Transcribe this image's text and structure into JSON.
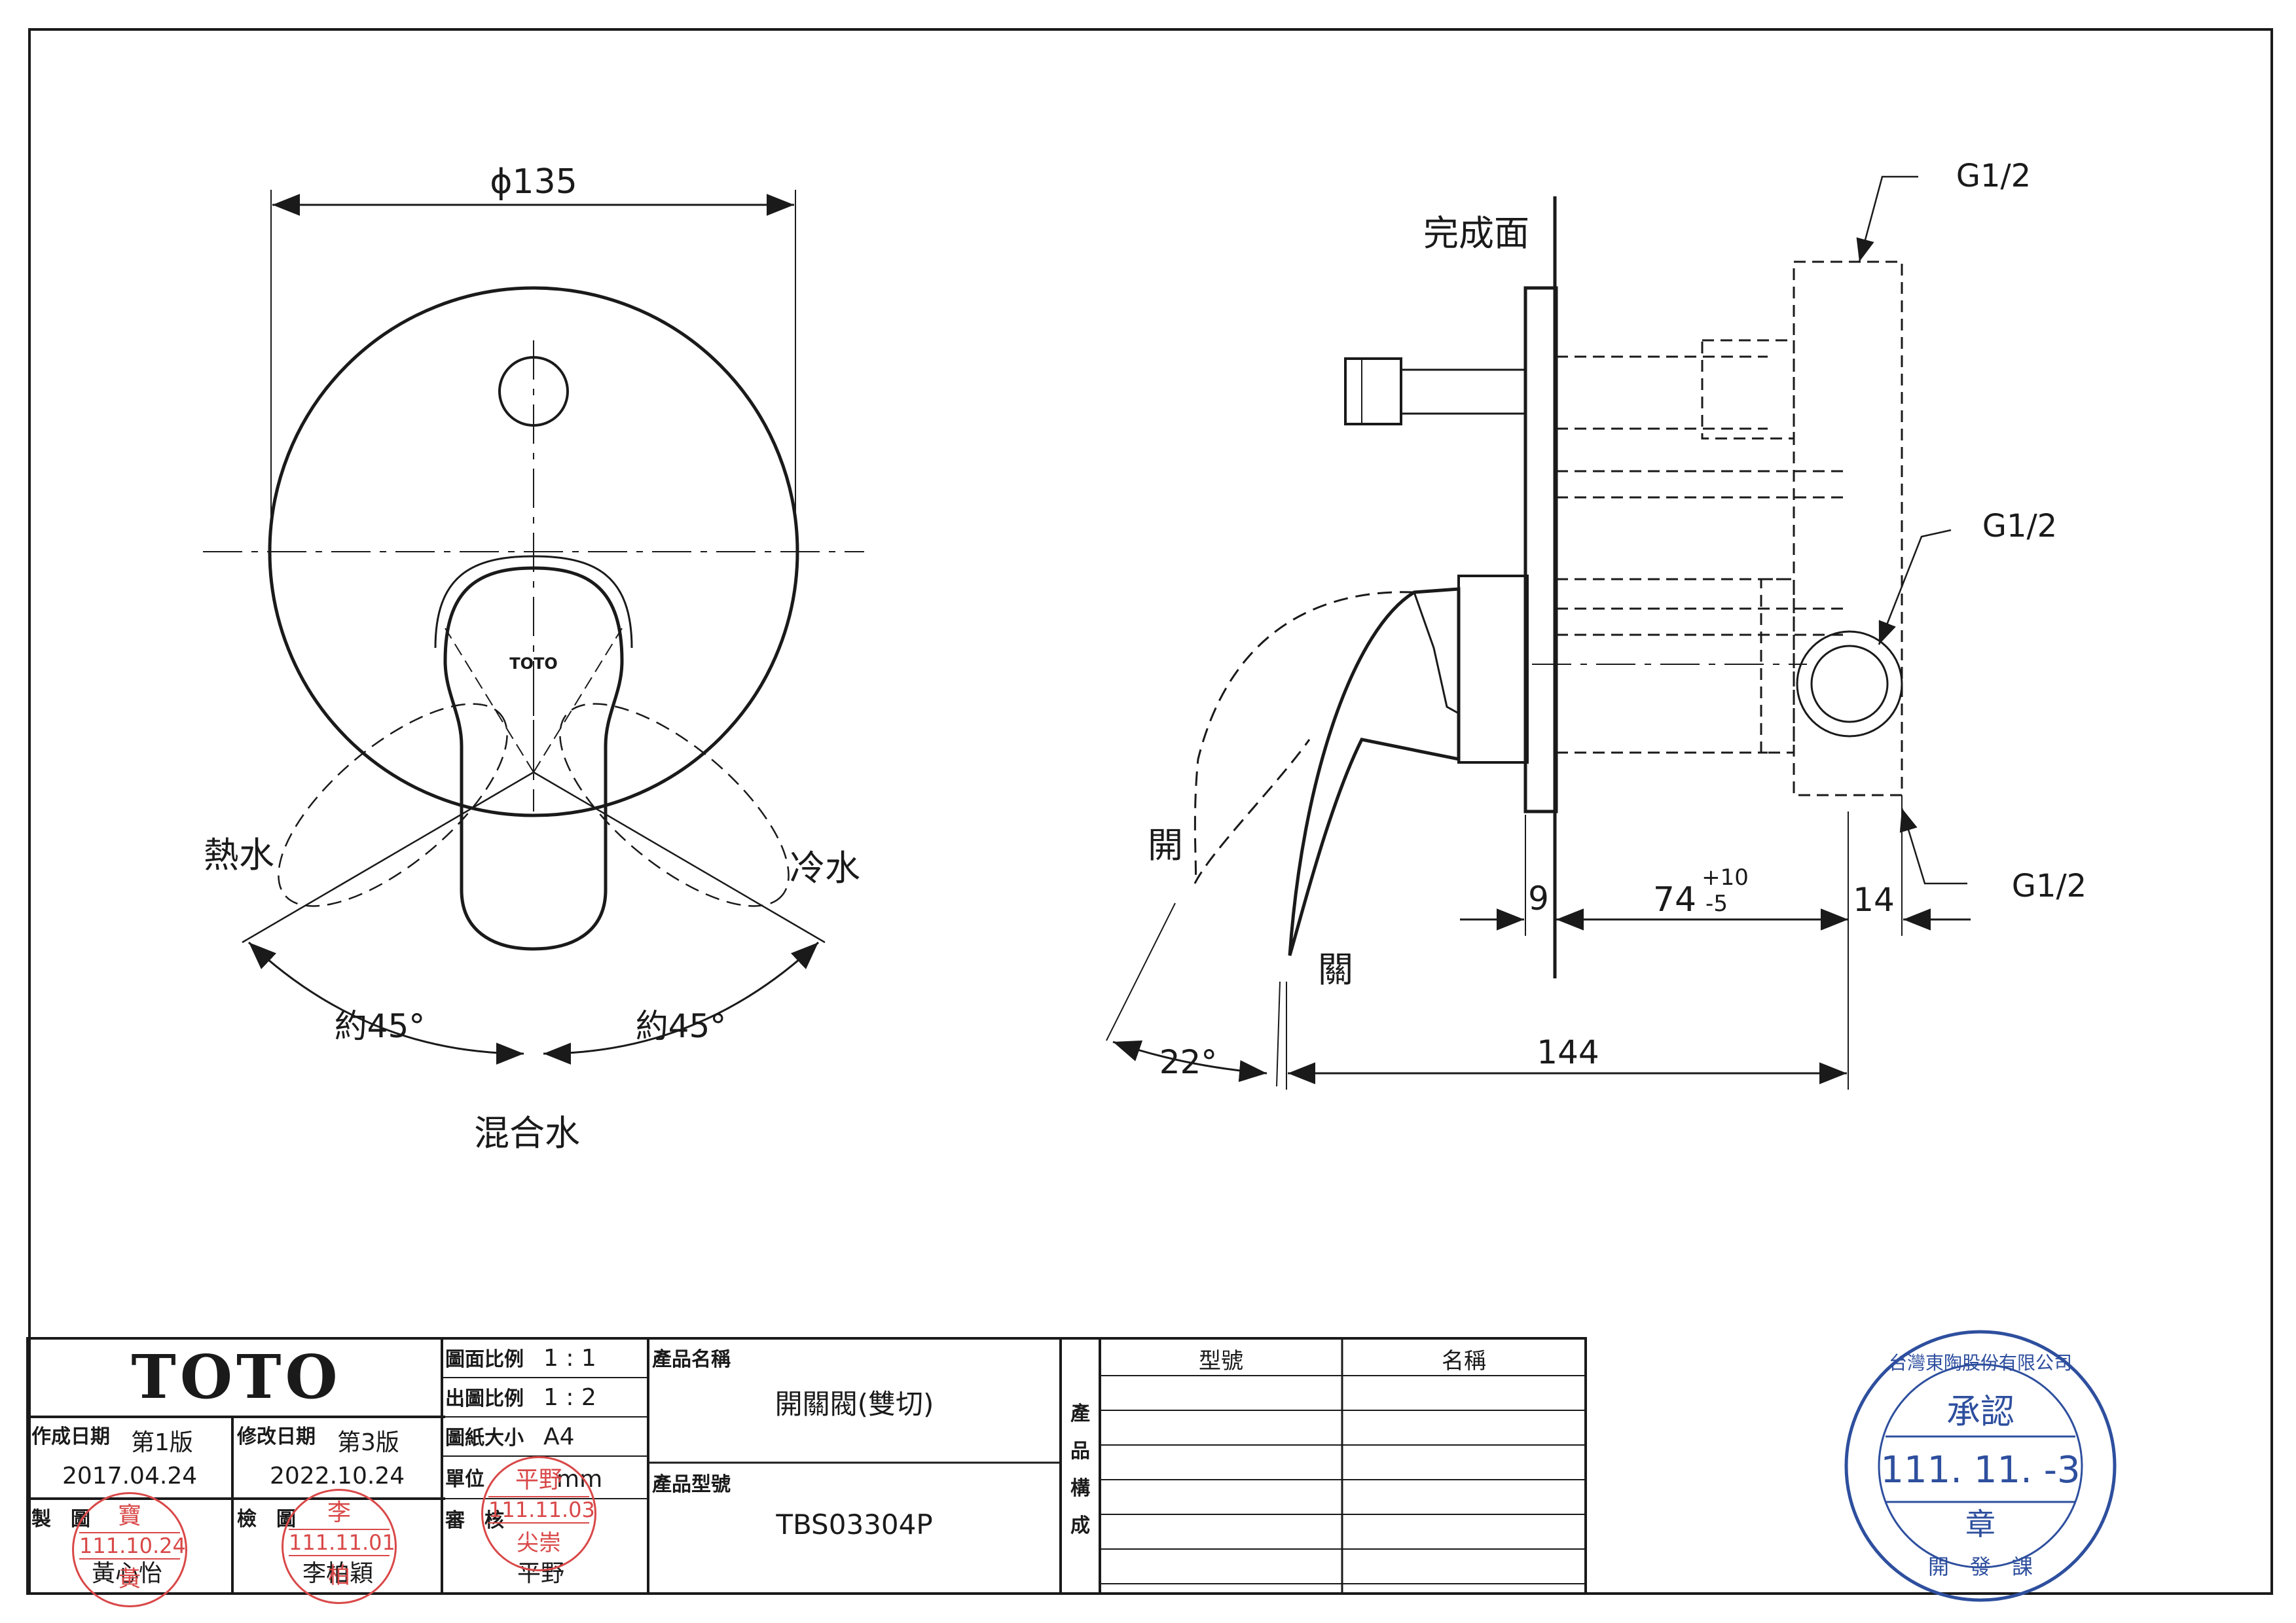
{
  "front_view": {
    "diameter": "ϕ135",
    "logo": "TOTO",
    "hot_label": "熱水",
    "cold_label": "冷水",
    "mix_label": "混合水",
    "angle_left": "約45°",
    "angle_right": "約45°"
  },
  "side_view": {
    "finish_face": "完成面",
    "thread_top": "G1/2",
    "thread_mid": "G1/2",
    "thread_bottom": "G1/2",
    "open_label": "開",
    "close_label": "關",
    "angle": "22°",
    "dim_9": "9",
    "dim_74": "74",
    "tol_plus": "+10",
    "tol_minus": "-5",
    "dim_14": "14",
    "dim_144": "144"
  },
  "title_block": {
    "brand": "TOTO",
    "created_label": "作成日期",
    "created_version": "第1版",
    "created_date": "2017.04.24",
    "modified_label": "修改日期",
    "modified_version": "第3版",
    "modified_date": "2022.10.24",
    "drawn_label": "製　圖",
    "drawn_by": "黃心怡",
    "checked_label": "檢　圖",
    "checked_by": "李柏穎",
    "scale_drawing_label": "圖面比例",
    "scale_drawing": "1 : 1",
    "scale_output_label": "出圖比例",
    "scale_output": "1 : 2",
    "paper_label": "圖紙大小",
    "paper": "A4",
    "unit_label": "單位",
    "unit": "mm",
    "review_label": "審　核",
    "reviewed_by": "平野",
    "product_name_label": "產品名稱",
    "product_name": "開關閥(雙切)",
    "product_model_label": "產品型號",
    "product_model": "TBS03304P",
    "composition_label": [
      "產",
      "品",
      "構",
      "成"
    ],
    "col_model": "型號",
    "col_name": "名稱"
  },
  "stamps": {
    "drawn": {
      "top": "寶",
      "date": "111.10.24",
      "bottom": "黃"
    },
    "checked": {
      "top": "李",
      "date": "111.11.01",
      "bottom": "柏"
    },
    "review": {
      "top": "平野",
      "date": "111.11.03",
      "bottom": "尖崇"
    },
    "approval": {
      "ring": "台灣東陶股份有限公司",
      "title": "承認",
      "date": "111. 11. -3",
      "seal": "章",
      "bottom": "開　發　課"
    }
  },
  "colors": {
    "ink": "#1a1a1a",
    "stamp_red": "#d94848",
    "stamp_blue": "#2e4f9e"
  }
}
